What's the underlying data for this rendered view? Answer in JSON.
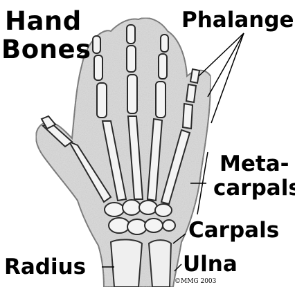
{
  "diagram": {
    "title_line1": "Hand",
    "title_line2": "Bones",
    "labels": {
      "phalanges": "Phalanges",
      "metacarpals_line1": "Meta-",
      "metacarpals_line2": "carpals",
      "carpals": "Carpals",
      "ulna": "Ulna",
      "radius": "Radius"
    },
    "copyright": "©MMG 2003",
    "colors": {
      "background": "#ffffff",
      "bone_light": "#f2f2f2",
      "bone_dark": "#3a3a3a",
      "ink": "#000000"
    }
  }
}
